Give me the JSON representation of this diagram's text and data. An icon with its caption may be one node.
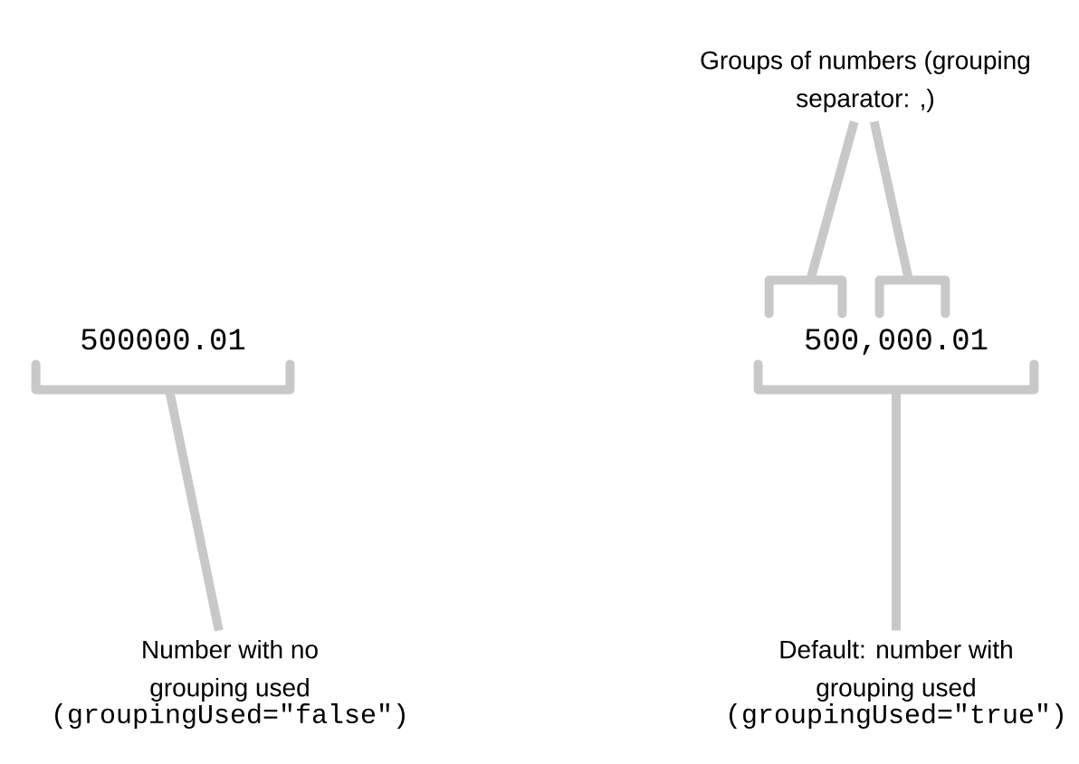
{
  "diagram": {
    "nodes": [
      {
        "text": [
          "500000.01"
        ]
      },
      {
        "text": [
          "Number with no grouping used",
          "(groupingUsed=\"false\")"
        ]
      },
      {
        "text": [
          "Groups of numbers (grouping separator: ,)"
        ]
      },
      {
        "text": [],
        "shape": "bracket"
      },
      {
        "text": [],
        "shape": "bracket"
      },
      {
        "text": [
          "500,000.01"
        ]
      },
      {
        "text": [
          "Default: number with grouping used",
          "(groupingUsed=\"true\")"
        ]
      }
    ],
    "edges": [
      {
        "from": 1,
        "to": 0,
        "arrow": "none"
      },
      {
        "from": 2,
        "to": 3,
        "arrow": "none"
      },
      {
        "from": 2,
        "to": 4,
        "arrow": "none"
      },
      {
        "from": 6,
        "to": 5,
        "arrow": "none"
      }
    ]
  }
}
